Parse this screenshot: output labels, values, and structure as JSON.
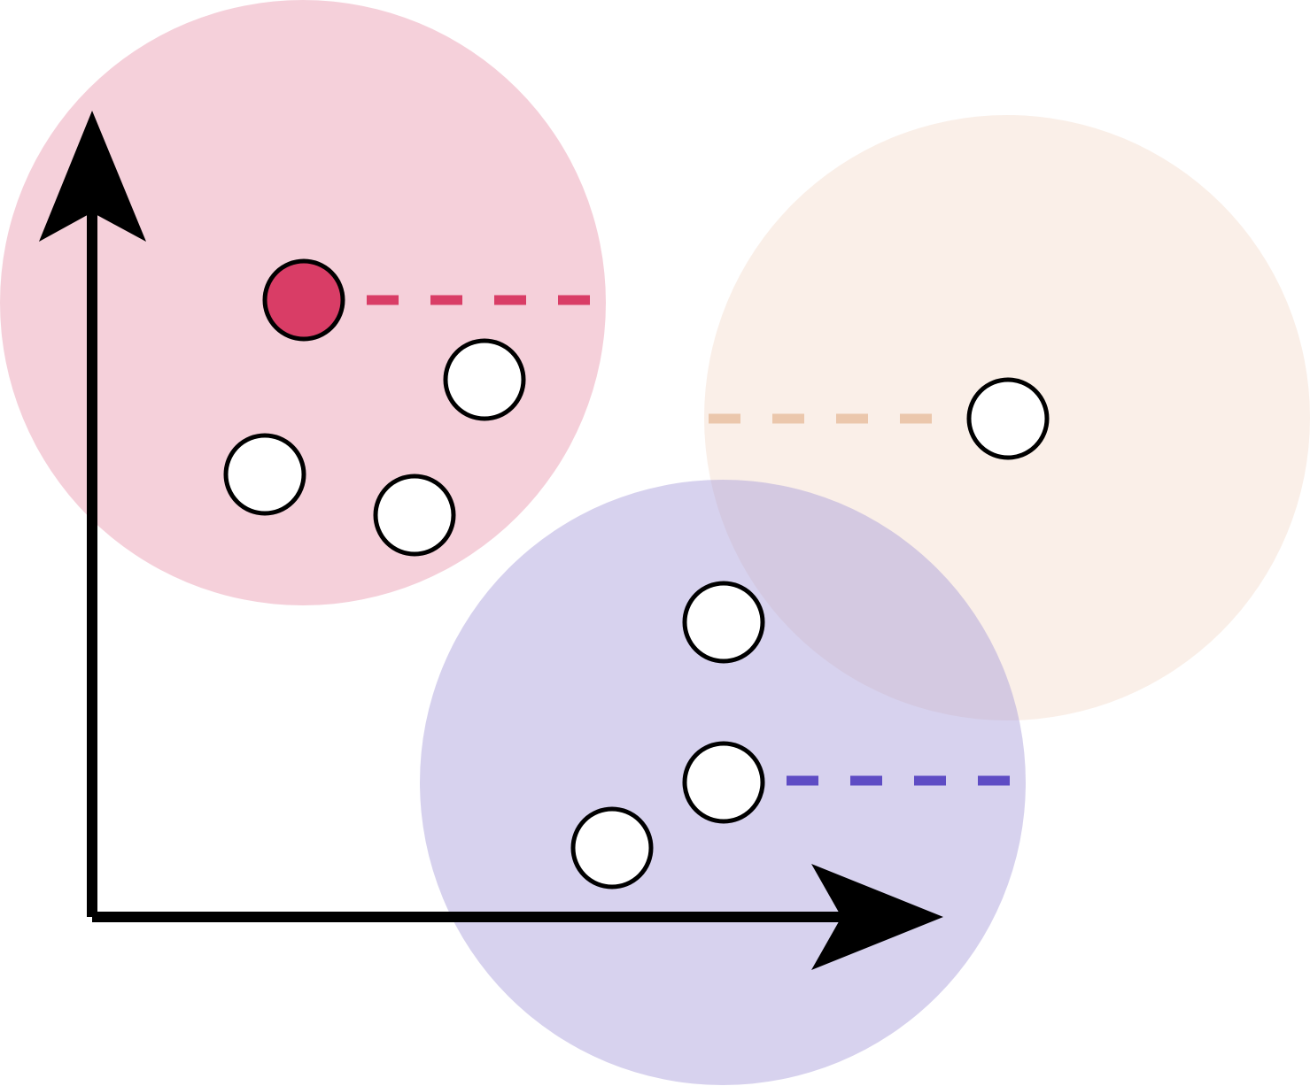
{
  "colors": {
    "background": "#ffffff",
    "axis": "#000000",
    "point_outline": "#000000",
    "point_fill": "#ffffff",
    "highlight_point": "#d93d66"
  },
  "clusters": [
    {
      "name": "pink",
      "fill": "#e896ad",
      "opacity": 0.45,
      "dash_color": "#d93d66"
    },
    {
      "name": "peach",
      "fill": "#f6e2d6",
      "opacity": 0.55,
      "dash_color": "#ebc7ac"
    },
    {
      "name": "lavender",
      "fill": "#a69bd9",
      "opacity": 0.45,
      "dash_color": "#5e4cc4"
    }
  ]
}
